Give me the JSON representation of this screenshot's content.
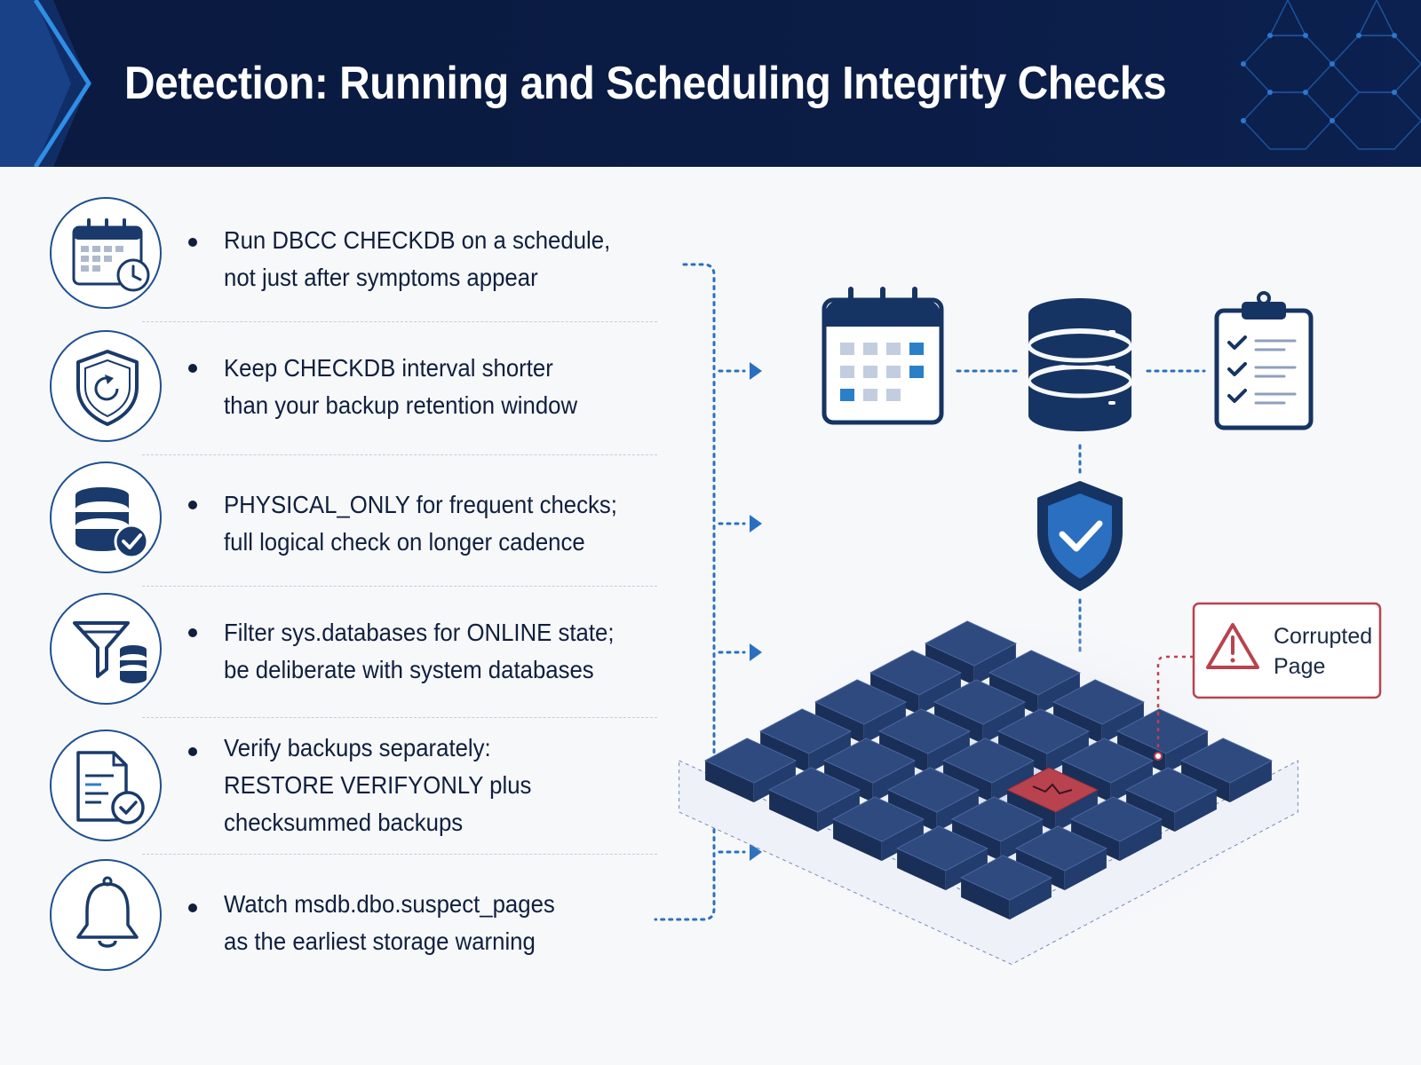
{
  "title": "Detection: Running and Scheduling Integrity Checks",
  "items": [
    {
      "icon": "calendar-clock-icon",
      "lines": [
        "Run DBCC CHECKDB on a schedule,",
        "not just after symptoms appear"
      ]
    },
    {
      "icon": "shield-refresh-icon",
      "lines": [
        "Keep CHECKDB interval shorter",
        "than your backup retention window"
      ]
    },
    {
      "icon": "database-check-icon",
      "lines": [
        "PHYSICAL_ONLY for frequent checks;",
        "full logical check on longer cadence"
      ]
    },
    {
      "icon": "funnel-database-icon",
      "lines": [
        "Filter sys.databases for ONLINE state;",
        "be deliberate with system databases"
      ]
    },
    {
      "icon": "document-check-icon",
      "lines": [
        "Verify backups separately:",
        "RESTORE VERIFYONLY plus",
        "checksummed backups"
      ]
    },
    {
      "icon": "bell-icon",
      "lines": [
        "Watch msdb.dbo.suspect_pages",
        "as the earliest storage warning"
      ]
    }
  ],
  "callout": {
    "lines": [
      "Corrupted",
      "Page"
    ]
  },
  "colors": {
    "navy": "#0f2a55",
    "accent_blue": "#2a7fc8",
    "alert_red": "#b8434f",
    "tile": "#2e4a7e"
  }
}
